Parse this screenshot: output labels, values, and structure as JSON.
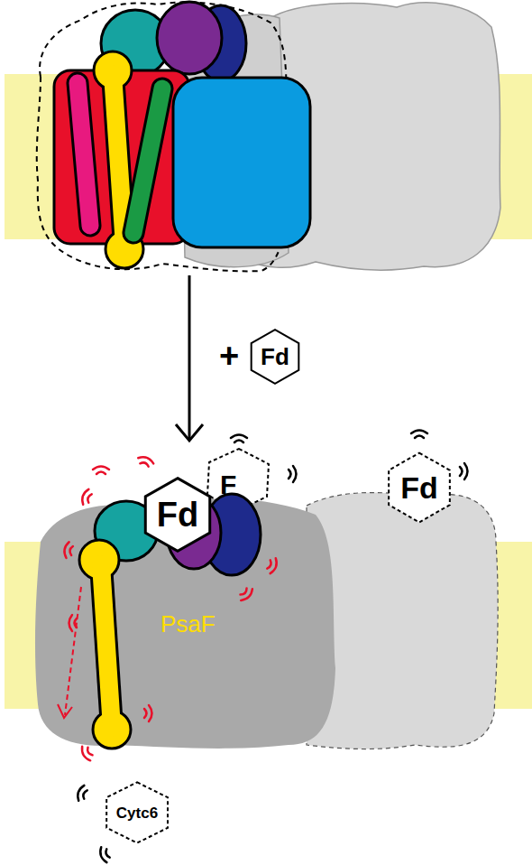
{
  "diagram": {
    "nodes": [
      {
        "text": [
          "Fd"
        ]
      },
      {
        "text": [
          "Fd"
        ]
      },
      {
        "text": [
          "Fd"
        ]
      },
      {
        "text": [
          "Cytc6"
        ]
      }
    ],
    "labels": [
      "+",
      "PsaF"
    ]
  }
}
